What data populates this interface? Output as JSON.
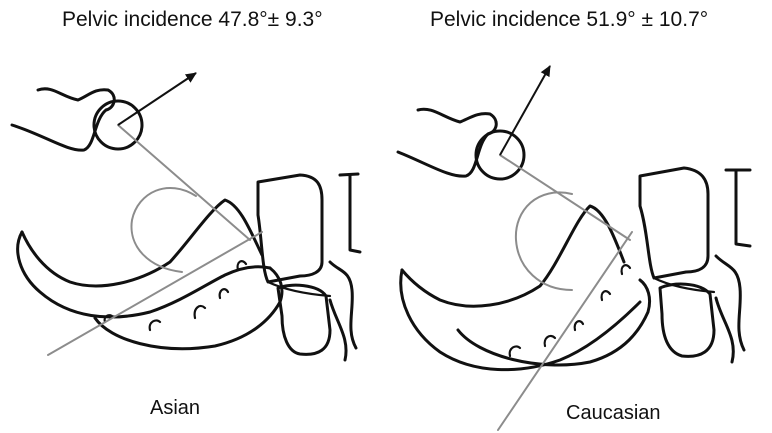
{
  "panels": [
    {
      "title": "Pelvic incidence 47.8°± 9.3°",
      "label": "Asian",
      "pelvic_incidence_mean_deg": 47.8,
      "pelvic_incidence_sd_deg": 9.3
    },
    {
      "title": "Pelvic incidence 51.9° ± 10.7°",
      "label": "Caucasian",
      "pelvic_incidence_mean_deg": 51.9,
      "pelvic_incidence_sd_deg": 10.7
    }
  ],
  "colors": {
    "outline": "#111111",
    "angle_lines": "#8c8c8c",
    "background": "#ffffff"
  }
}
